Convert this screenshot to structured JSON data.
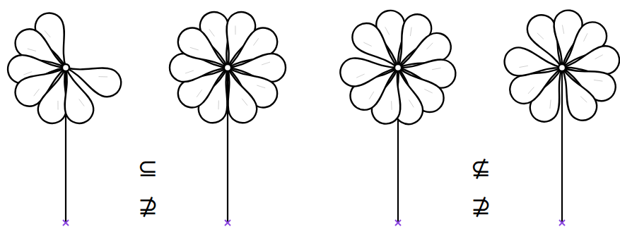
{
  "diagram": {
    "labels": [
      "⊆",
      "⊉",
      "⊈",
      "⊉"
    ]
  }
}
